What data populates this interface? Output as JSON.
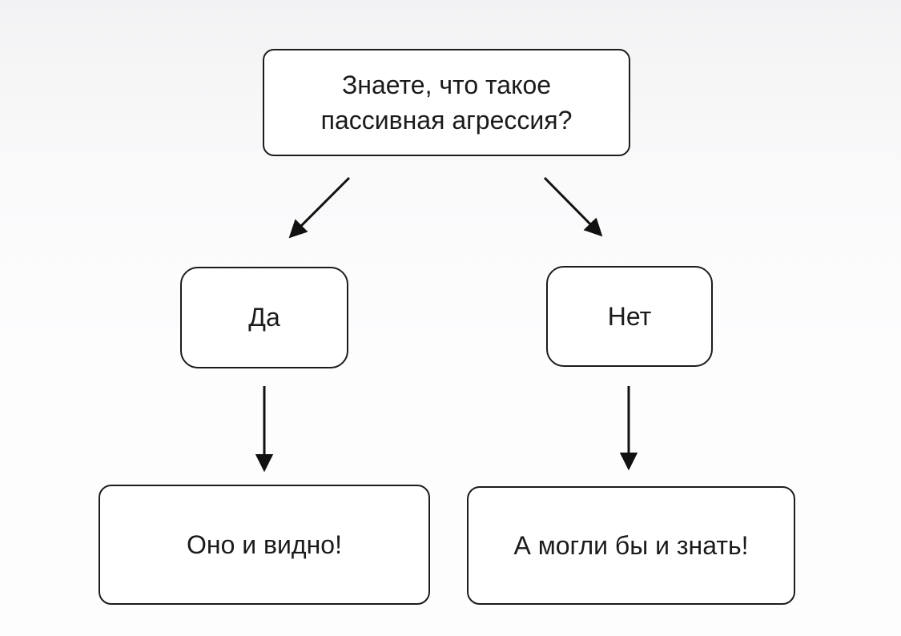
{
  "diagram": {
    "type": "flowchart",
    "language": "ru",
    "nodes": {
      "question": {
        "label": "Знаете, что такое пассивная агрессия?"
      },
      "yes": {
        "label": "Да"
      },
      "no": {
        "label": "Нет"
      },
      "yes_result": {
        "label": "Оно и видно!"
      },
      "no_result": {
        "label": "А могли бы и знать!"
      }
    },
    "edges": [
      {
        "from": "question",
        "to": "yes"
      },
      {
        "from": "question",
        "to": "no"
      },
      {
        "from": "yes",
        "to": "yes_result"
      },
      {
        "from": "no",
        "to": "no_result"
      }
    ],
    "colors": {
      "text": "#1b1b1b",
      "node_border": "#1c1c1c",
      "node_fill": "#ffffff",
      "arrow": "#111111",
      "background_top": "#f2f2f4",
      "background_bottom": "#fdfdfd"
    }
  }
}
